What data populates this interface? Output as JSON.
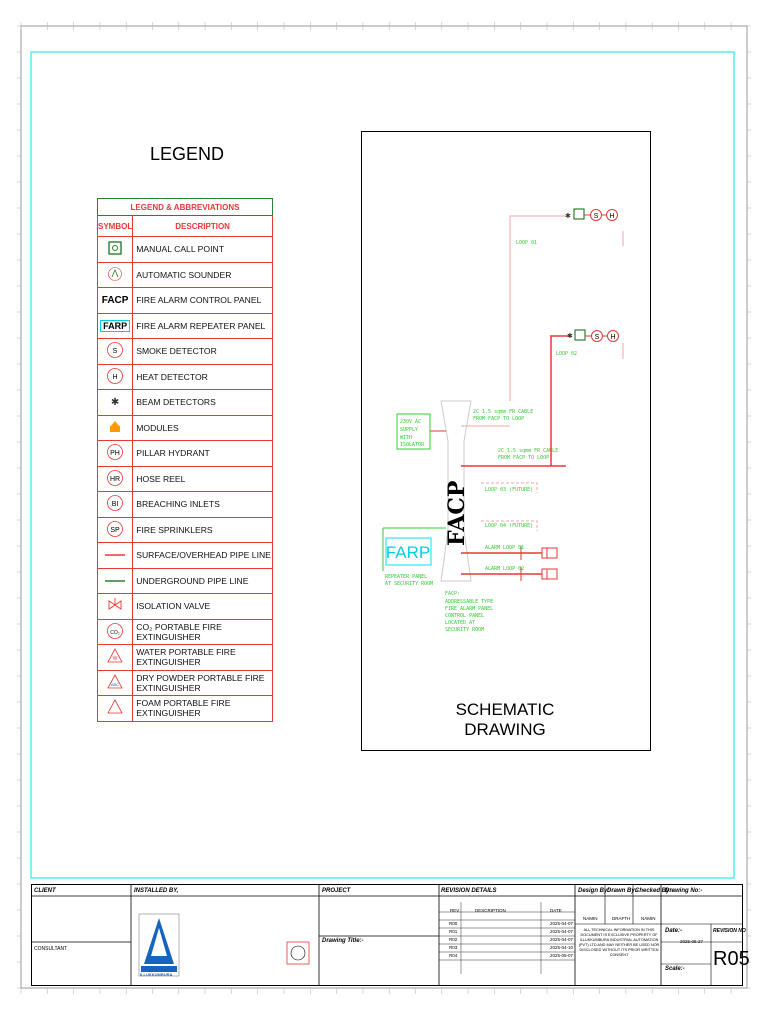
{
  "legend": {
    "title": "LEGEND",
    "table_title": "LEGEND & ABBREVIATIONS",
    "col_symbol": "SYMBOL",
    "col_description": "DESCRIPTION",
    "rows": [
      {
        "symbol": "",
        "description": "MANUAL CALL POINT"
      },
      {
        "symbol": "",
        "description": "AUTOMATIC SOUNDER"
      },
      {
        "symbol": "FACP",
        "description": "FIRE ALARM CONTROL PANEL"
      },
      {
        "symbol": "FARP",
        "description": "FIRE ALARM REPEATER PANEL"
      },
      {
        "symbol": "S",
        "description": "SMOKE DETECTOR"
      },
      {
        "symbol": "H",
        "description": "HEAT DETECTOR"
      },
      {
        "symbol": "",
        "description": "BEAM DETECTORS"
      },
      {
        "symbol": "",
        "description": "MODULES"
      },
      {
        "symbol": "PH",
        "description": "PILLAR HYDRANT"
      },
      {
        "symbol": "HR",
        "description": "HOSE REEL"
      },
      {
        "symbol": "BI",
        "description": "BREACHING INLETS"
      },
      {
        "symbol": "SP",
        "description": "FIRE SPRINKLERS"
      },
      {
        "symbol": "",
        "description": "SURFACE/OVERHEAD PIPE LINE"
      },
      {
        "symbol": "",
        "description": "UNDERGROUND PIPE LINE"
      },
      {
        "symbol": "",
        "description": "ISOLATION VALVE"
      },
      {
        "symbol": "CO₂",
        "description": "CO₂ PORTABLE FIRE EXTINGUISHER"
      },
      {
        "symbol": "W",
        "description": "WATER PORTABLE FIRE EXTINGUISHER"
      },
      {
        "symbol": "ABC",
        "description": "DRY POWDER PORTABLE FIRE EXTINGUISHER"
      },
      {
        "symbol": "",
        "description": "FOAM PORTABLE FIRE EXTINGUISHER"
      }
    ]
  },
  "schematic": {
    "title": "SCHEMATIC DRAWING",
    "facp_label": "FACP",
    "farp_label": "FARP",
    "detector_s": "S",
    "detector_h": "H"
  },
  "title_block": {
    "client_label": "CLIENT",
    "installed_by_label": "INSTALLED BY,",
    "project_label": "PROJECT",
    "drawing_title_label": "Drawing Title:-",
    "revision_label": "REVISION DETAILS",
    "consultant_label": "CONSULTANT",
    "design_by_label": "Design By:-",
    "drawn_by_label": "Drawn By:-",
    "checked_by_label": "Checked By:-",
    "drawing_no_label": "Drawing No:-",
    "date_label": "Date:-",
    "scale_label": "Scale:-",
    "revision_no_label": "REVISION NO",
    "designer": "NAMIN",
    "drawer": "DRAFTH",
    "checker": "NAMIN",
    "date_value": "2025-05-27",
    "revision_no": "R05",
    "rev_col1": "REV",
    "rev_col2": "DESCRIPTION",
    "rev_col3": "DATE",
    "revisions": [
      {
        "rev": "R00",
        "date": "2025-04-07"
      },
      {
        "rev": "R01",
        "date": "2025-04-07"
      },
      {
        "rev": "R02",
        "date": "2025-04-07"
      },
      {
        "rev": "R03",
        "date": "2025-04-10"
      },
      {
        "rev": "R04",
        "date": "2025-05-07"
      }
    ],
    "copyright": "ALL TECHNICAL INFORMATION IN THIS DOCUMENT IS EXCLUSIVE PROPERTY OF ILLUKKUMBURA INDUSTRIAL AUTOMATION (PVT) LTD AND MAY NEITHER BE USED NOR DISCLOSED WITHOUT ITS PRIOR WRITTEN CONSENT",
    "company_logo_text": "ILLUKKUMBURA"
  }
}
